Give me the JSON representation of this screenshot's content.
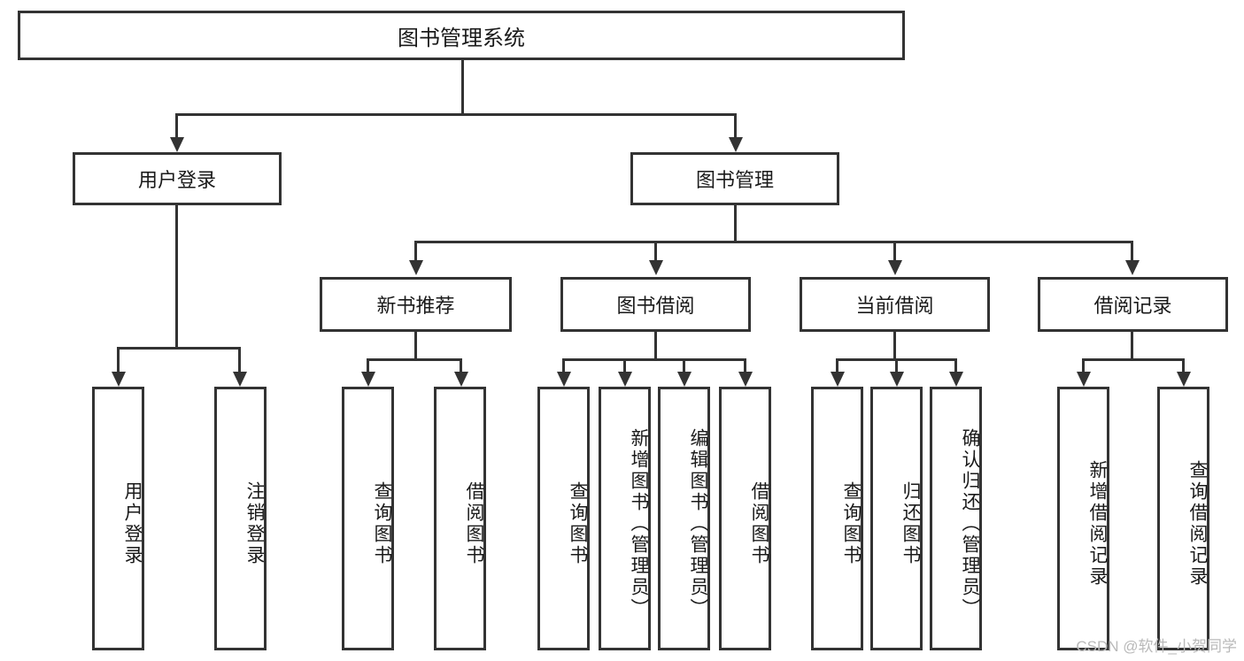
{
  "diagram": {
    "title": "图书管理系统",
    "type": "tree-hierarchy-chart",
    "root": {
      "label": "图书管理系统"
    },
    "level1": [
      {
        "label": "用户登录"
      },
      {
        "label": "图书管理"
      }
    ],
    "level2": [
      {
        "label": "新书推荐",
        "parent": "图书管理"
      },
      {
        "label": "图书借阅",
        "parent": "图书管理"
      },
      {
        "label": "当前借阅",
        "parent": "图书管理"
      },
      {
        "label": "借阅记录",
        "parent": "图书管理"
      }
    ],
    "leaves": {
      "user_login": [
        {
          "label": "用户登录"
        },
        {
          "label": "注销登录"
        }
      ],
      "new_book_recommend": [
        {
          "label": "查询图书"
        },
        {
          "label": "借阅图书"
        }
      ],
      "book_borrow": [
        {
          "label": "查询图书"
        },
        {
          "label": "新增图书（管理员）"
        },
        {
          "label": "编辑图书（管理员）"
        },
        {
          "label": "借阅图书"
        }
      ],
      "current_borrow": [
        {
          "label": "查询图书"
        },
        {
          "label": "归还图书"
        },
        {
          "label": "确认归还（管理员）"
        }
      ],
      "borrow_record": [
        {
          "label": "新增借阅记录"
        },
        {
          "label": "查询借阅记录"
        }
      ]
    }
  },
  "watermark": {
    "text": "CSDN @软件_小贺同学"
  },
  "colors": {
    "stroke": "#333333",
    "background": "#ffffff",
    "text": "#1a1a1a",
    "watermark": "#b9b9b9"
  }
}
